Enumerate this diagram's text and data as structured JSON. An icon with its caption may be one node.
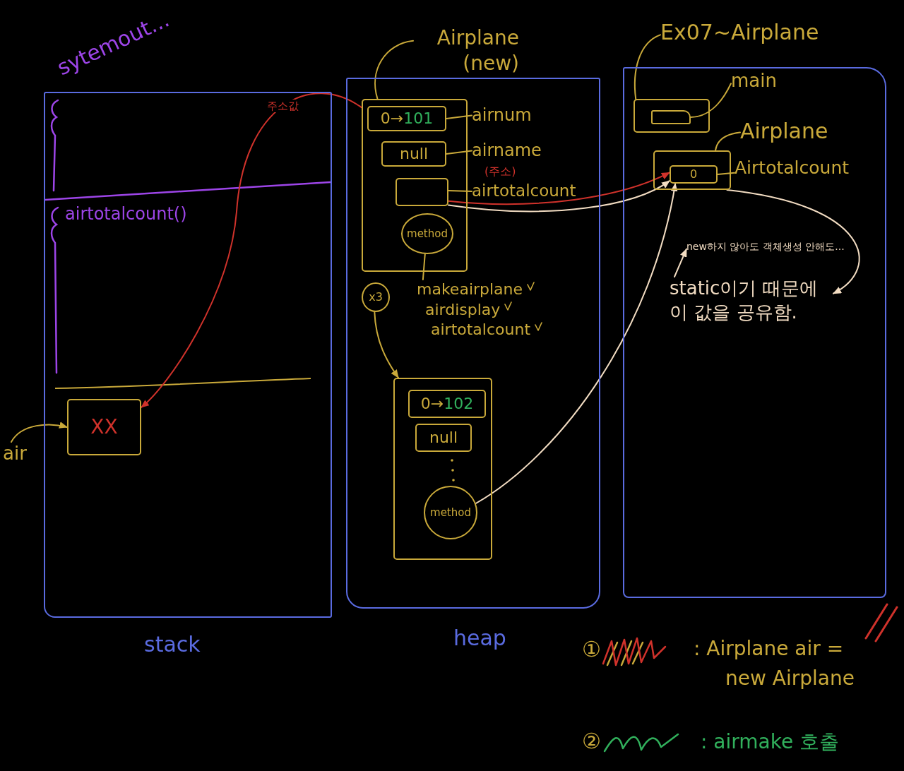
{
  "diagram": {
    "nodes": [
      {
        "text": [
          "stack"
        ]
      },
      {
        "text": [
          "heap"
        ]
      },
      {
        "text": [],
        "shape": "box"
      },
      {
        "text": [
          "XX"
        ],
        "in": 0
      },
      {
        "text": [
          "air"
        ]
      },
      {
        "text": [
          "Airplane (new)"
        ]
      },
      {
        "text": [],
        "shape": "box",
        "in": 1
      },
      {
        "text": [
          "0→",
          "101"
        ],
        "in": 6
      },
      {
        "text": [
          "airnum"
        ],
        "in": 1
      },
      {
        "text": [
          "null"
        ],
        "in": 6
      },
      {
        "text": [
          "airname"
        ],
        "in": 1
      },
      {
        "text": [],
        "shape": "box",
        "in": 6
      },
      {
        "text": [
          "airtotalcount"
        ],
        "beside": [
          "(주소)"
        ],
        "in": 1
      },
      {
        "text": [
          "method"
        ],
        "in": 6
      },
      {
        "text": [
          "makeairplane",
          "airdisplay",
          "airtotalcount"
        ],
        "in": 1
      },
      {
        "text": [
          "x3"
        ],
        "in": 1
      },
      {
        "text": [],
        "shape": "box",
        "in": 1
      },
      {
        "text": [
          "0→",
          "102"
        ],
        "in": 16
      },
      {
        "text": [
          "null"
        ],
        "in": 16
      },
      {
        "text": [
          "method"
        ],
        "in": 16
      },
      {
        "text": [
          "Ex07~Airplane"
        ]
      },
      {
        "text": [],
        "shape": "box",
        "in": 2
      },
      {
        "text": [],
        "shape": "box",
        "in": 21
      },
      {
        "text": [
          "main"
        ],
        "in": 2
      },
      {
        "text": [
          "Airplane"
        ],
        "in": 2
      },
      {
        "text": [],
        "shape": "box",
        "in": 2
      },
      {
        "text": [
          "0"
        ],
        "in": 25
      },
      {
        "text": [
          "Airtotalcount"
        ],
        "in": 2
      },
      {
        "text": [
          "new하지 않아도 객체생성 안해도..."
        ],
        "in": 2
      },
      {
        "text": [
          "static이기 때문에 이 값을 공유함."
        ],
        "in": 2
      }
    ],
    "edges": [
      {
        "from": 6,
        "to": 3,
        "arrow": "to",
        "label": "주소값",
        "color": "#d0322b"
      },
      {
        "from": 4,
        "to": 3,
        "arrow": "to"
      },
      {
        "from": 5,
        "to": 6,
        "arrow": "none"
      },
      {
        "from": 8,
        "to": 7,
        "arrow": "none"
      },
      {
        "from": 10,
        "to": 9,
        "arrow": "none"
      },
      {
        "from": 12,
        "to": 11,
        "arrow": "none"
      },
      {
        "from": 11,
        "to": 26,
        "arrow": "to",
        "color": "#d0322b"
      },
      {
        "from": 11,
        "to": 26,
        "arrow": "to",
        "color": "#f2dcc2"
      },
      {
        "from": 13,
        "to": 14,
        "arrow": "none"
      },
      {
        "from": 15,
        "to": 16,
        "arrow": "to"
      },
      {
        "from": 19,
        "to": 26,
        "arrow": "to",
        "color": "#f2dcc2"
      },
      {
        "from": 20,
        "to": 21,
        "arrow": "none"
      },
      {
        "from": 23,
        "to": 22,
        "arrow": "none"
      },
      {
        "from": 24,
        "to": 25,
        "arrow": "none"
      },
      {
        "from": 27,
        "to": 26,
        "arrow": "none"
      },
      {
        "from": 25,
        "to": 29,
        "arrow": "to",
        "color": "#f2dcc2"
      },
      {
        "from": 29,
        "to": 28,
        "arrow": "to",
        "color": "#f2dcc2"
      }
    ],
    "labels": [
      "sytemout...",
      "airtotalcount()",
      "①",
      "②"
    ],
    "legend": [
      {
        "text": ": Airplane air = new Airplane",
        "color": "#d0322b"
      },
      {
        "text": ": airmake 호출",
        "color": "#31b05c"
      }
    ]
  }
}
